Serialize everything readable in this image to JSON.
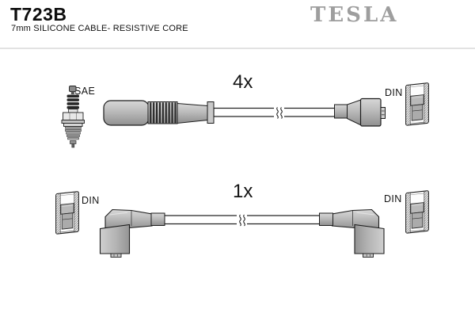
{
  "header": {
    "part_number": "T723B",
    "description": "7mm SILICONE CABLE- RESISTIVE CORE",
    "brand_logo": "TESLA"
  },
  "diagram": {
    "top_assembly": {
      "quantity": "4x",
      "plug_end_label": "SAE",
      "distributor_end_label": "DIN",
      "left_icon": "spark-plug-icon",
      "right_icon": "din-connector-cutaway-icon"
    },
    "bottom_assembly": {
      "quantity": "1x",
      "left_label": "DIN",
      "right_label": "DIN",
      "left_icon": "din-connector-cutaway-icon",
      "right_icon": "din-connector-cutaway-icon"
    },
    "icons": {
      "spark_plug": "spark-plug-icon",
      "din_cutaway": "din-connector-cutaway-icon",
      "cable_break": "cable-break-icon",
      "straight_boot": "plug-boot-connector-icon",
      "elbow_boot": "elbow-boot-connector-icon"
    }
  },
  "colors": {
    "brand_gray": "#9e9e9e",
    "connector_gray": "#b9b9b9",
    "connector_gray_light": "#d6d6d6",
    "connector_gray_dark": "#909090",
    "outline": "#1c1c1c",
    "divider": "#e2e2e2"
  }
}
